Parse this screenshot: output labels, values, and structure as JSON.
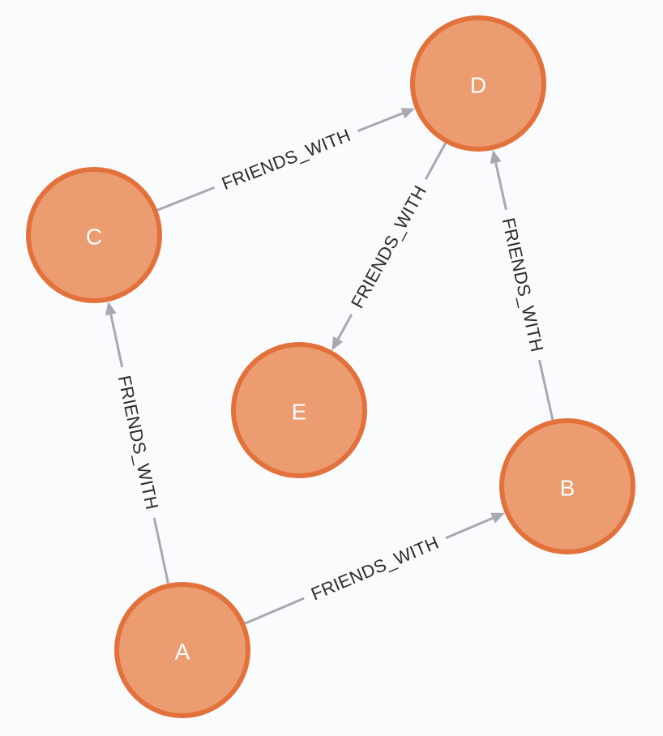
{
  "colors": {
    "background": "#f9fbfd",
    "node_fill": "#eb9c70",
    "node_stroke": "#e3713c",
    "node_text": "#ffffff",
    "edge": "#a6a9b1",
    "edge_text": "#2b2b2b"
  },
  "nodes": [
    {
      "id": "A",
      "label": "A"
    },
    {
      "id": "B",
      "label": "B"
    },
    {
      "id": "C",
      "label": "C"
    },
    {
      "id": "D",
      "label": "D"
    },
    {
      "id": "E",
      "label": "E"
    }
  ],
  "edges": [
    {
      "from": "A",
      "to": "C",
      "label": "FRIENDS_WITH"
    },
    {
      "from": "A",
      "to": "B",
      "label": "FRIENDS_WITH"
    },
    {
      "from": "C",
      "to": "D",
      "label": "FRIENDS_WITH"
    },
    {
      "from": "B",
      "to": "D",
      "label": "FRIENDS_WITH"
    },
    {
      "from": "D",
      "to": "E",
      "label": "FRIENDS_WITH"
    }
  ]
}
